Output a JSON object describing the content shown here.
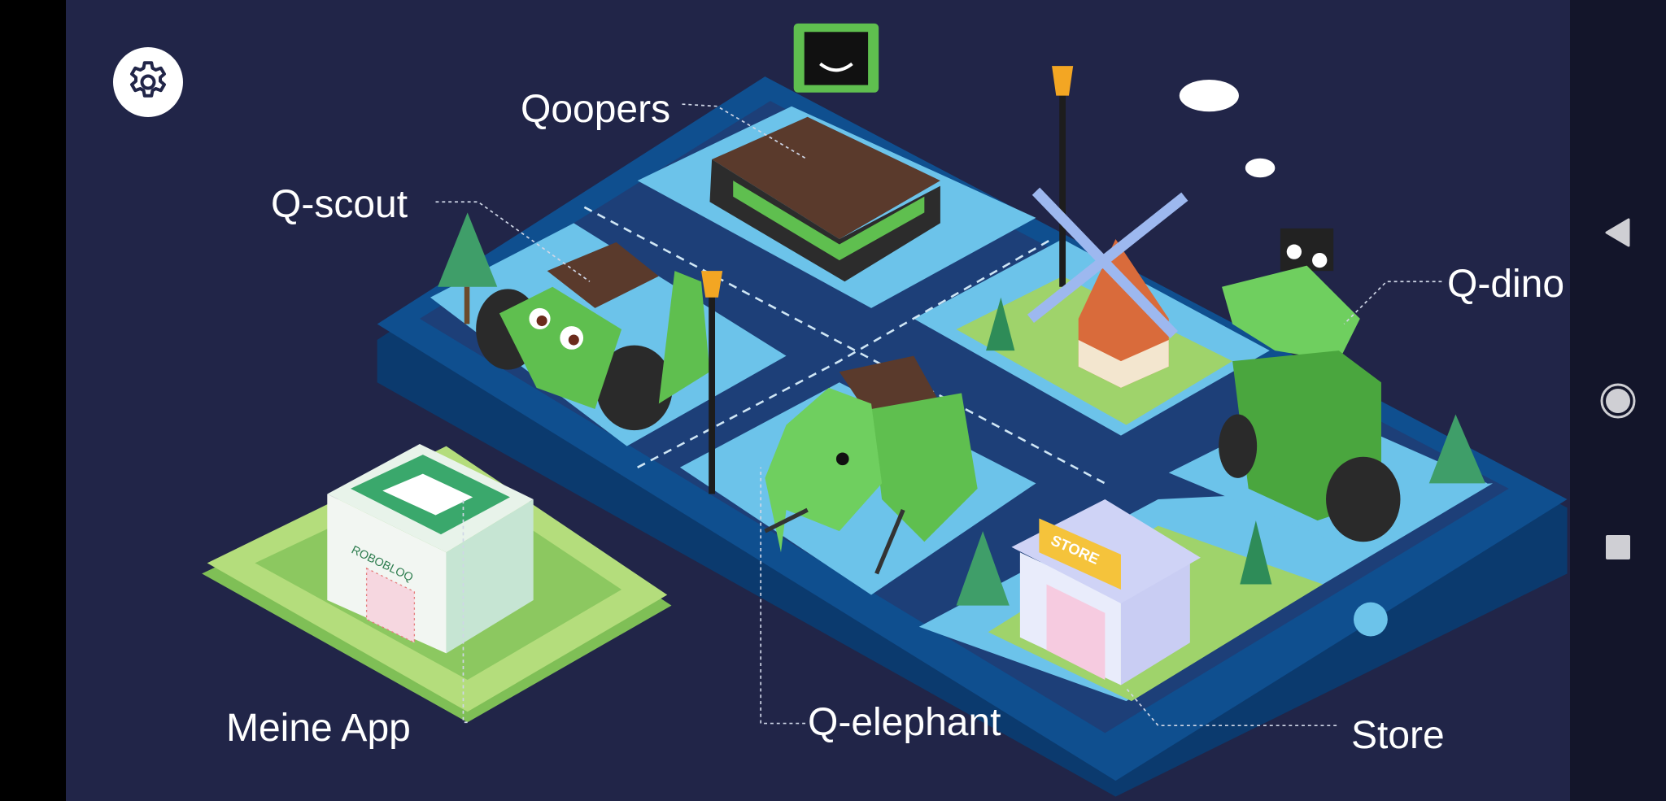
{
  "settings": {
    "icon": "gear-icon"
  },
  "labels": {
    "qoopers": "Qoopers",
    "qscout": "Q-scout",
    "qdino": "Q-dino",
    "meine_app": "Meine App",
    "qelephant": "Q-elephant",
    "store": "Store"
  },
  "logo_text": {
    "roboblog": "ROBOBLOQ",
    "store_sign": "STORE"
  },
  "navigation": {
    "back": "back-icon",
    "home": "home-icon",
    "recents": "recents-icon"
  },
  "colors": {
    "background": "#212548",
    "platform": "#0e4a85",
    "surface": "#6cc3ea",
    "grass": "#9fd36b",
    "robot_green": "#5fbf4f",
    "navbar": "#13152a"
  }
}
